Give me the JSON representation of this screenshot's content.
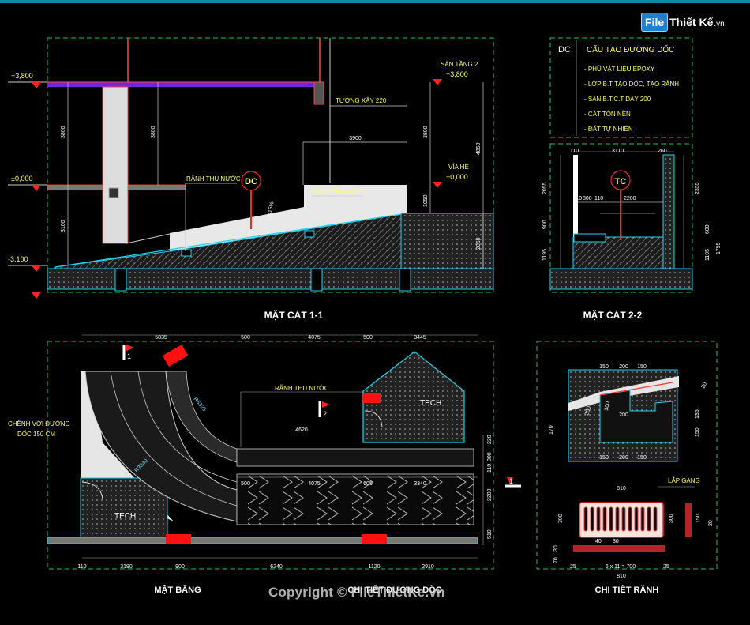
{
  "watermark": {
    "brand_box": "File",
    "brand_rest": "Thiết Kế",
    "domain": ".vn",
    "copyright": "Copyright © FileThietKe.vn"
  },
  "section1": {
    "title": "MẶT CẮT 1-1",
    "levels": {
      "top_left": "+3,800",
      "mid_left": "±0,000",
      "bottom_left": "-3,100",
      "top_right_name": "SÀN TẦNG 2",
      "top_right_value": "+3,800",
      "mid_right_name": "VỈA HÈ",
      "mid_right_value": "+0,000"
    },
    "labels": {
      "wall": "TƯỜNG XÂY 220",
      "drain_left": "RÃNH THU NƯỚC",
      "drain_right": "RÃNH THU NƯỚC",
      "tag": "DC",
      "slope": "i=15%"
    },
    "dims": {
      "d3800a": "3800",
      "d3800b": "3800",
      "d3800c": "3800",
      "d3900": "3900",
      "d4850": "4850",
      "d3100": "3100",
      "d1050": "1050",
      "d2050": "2050"
    }
  },
  "legend": {
    "tag": "DC",
    "title": "CẤU TẠO ĐƯỜNG DỐC",
    "items": [
      "- PHỦ VẬT LIỆU EPOXY",
      "- LỚP B.T TẠO DỐC, TẠO RÃNH",
      "- SÀN B.T.C.T DÀY 200",
      "- CÁT TÔN NỀN",
      "- ĐẤT TỰ NHIÊN"
    ]
  },
  "section2": {
    "title": "MẶT CẮT 2-2",
    "tag": "TC",
    "dims": {
      "d110": "110",
      "d3110": "3110",
      "d260": "260",
      "d2055": "2055",
      "d2355": "2355",
      "d110b": "110",
      "d800": "800",
      "d110c": "110",
      "d2200": "2200",
      "d900": "900",
      "d600": "600",
      "d1195": "1195",
      "d1195b": "1195",
      "d1795": "1795"
    }
  },
  "plan": {
    "title": "MẶT BẰNG",
    "tech_top": "TECH",
    "tech_bottom": "TECH",
    "drain_label": "RÃNH THU NƯỚC",
    "note_line1": "CHÊNH VỚI ĐƯỜNG",
    "note_line2": "DỐC 150 CM",
    "section_marks": {
      "m1_top": "1",
      "m2": "2",
      "m1_right": "1"
    },
    "radius_outer": "R6325",
    "radius_inner": "R3840",
    "dims_top": [
      "5835",
      "500",
      "4075",
      "500",
      "3445"
    ],
    "dims_mid": [
      "500",
      "4075",
      "605",
      "3340"
    ],
    "dim_4620": "4620",
    "dims_bottom": [
      "110",
      "3190",
      "900",
      "6240",
      "1120",
      "2910"
    ],
    "dims_right": [
      "220",
      "800",
      "110",
      "2200",
      "510"
    ]
  },
  "chart_detail_ramp": {
    "title": "CHI TIẾT ĐƯỜNG DỐC"
  },
  "drain_detail": {
    "title": "CHI TIẾT RÃNH",
    "grate_label": "LẮP GANG",
    "dims_top": [
      "150",
      "200",
      "150"
    ],
    "dims_bottom": [
      "150",
      "200",
      "150"
    ],
    "d200a": "200",
    "d200b": "200",
    "d300": "300",
    "d135": "135",
    "d150": "150",
    "d170": "170",
    "d20": "20",
    "d810": "810",
    "d810b": "810",
    "d300b": "300",
    "d300c": "300",
    "d150b": "150",
    "d20b": "20",
    "d40": "40",
    "d30": "30",
    "d70": "70",
    "d30b": "30",
    "d25": "25",
    "formula": "6 x 11 = 700",
    "d25b": "25"
  }
}
